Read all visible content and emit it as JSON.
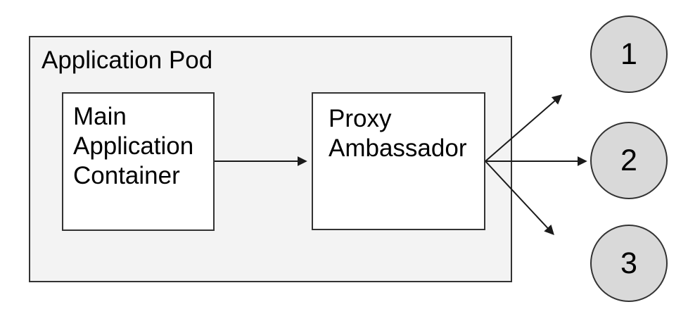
{
  "diagram": {
    "pod": {
      "label": "Application Pod"
    },
    "nodes": [
      {
        "id": "main-application-container",
        "label": "Main Application Container"
      },
      {
        "id": "proxy-ambassador",
        "label": "Proxy Ambassador"
      }
    ],
    "endpoints": [
      {
        "label": "1"
      },
      {
        "label": "2"
      },
      {
        "label": "3"
      }
    ],
    "connections": [
      {
        "from": "main-application-container",
        "to": "proxy-ambassador"
      },
      {
        "from": "proxy-ambassador",
        "to": "1"
      },
      {
        "from": "proxy-ambassador",
        "to": "2"
      },
      {
        "from": "proxy-ambassador",
        "to": "3"
      }
    ],
    "colors": {
      "pod_fill": "#f3f3f3",
      "node_fill": "#ffffff",
      "endpoint_fill": "#d9d9d9",
      "border": "#333333",
      "text": "#000000",
      "background": "#ffffff",
      "arrow": "#1a1a1a"
    }
  }
}
